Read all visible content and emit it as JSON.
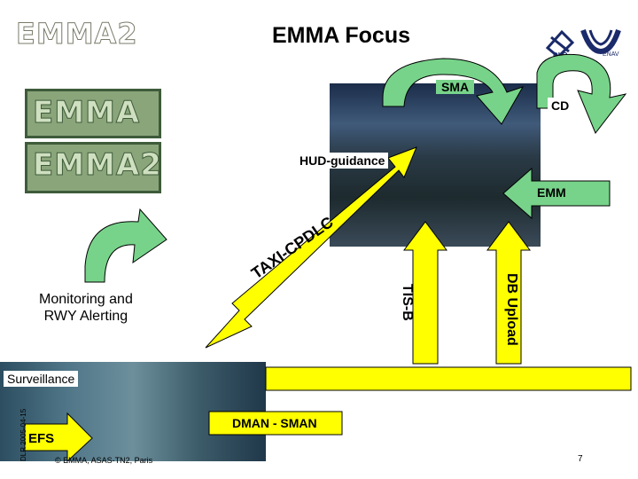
{
  "slide": {
    "title": "EMMA Focus",
    "page_number": "7",
    "footer_left": "© EMMA, ASAS-TN2, Paris",
    "side_label": "DLR 2005-04-15"
  },
  "logos": {
    "emma2_top": "EMMA2",
    "emma": "EMMA",
    "emma2_mid": "EMMA2",
    "dlr": "DLR",
    "cenav": "ENAV"
  },
  "labels": {
    "sma": "SMA",
    "cd": "CD",
    "hud": "HUD-guidance",
    "emm": "EMM",
    "taxi_cpdlc": "TAXI-CPDLC",
    "tis_b": "TIS-B",
    "db_upload": "DB Upload",
    "monitoring_line1": "Monitoring and",
    "monitoring_line2": "RWY Alerting",
    "surveillance": "Surveillance",
    "efs": "EFS",
    "dman_sman": "DMAN - SMAN"
  },
  "colors": {
    "arrow_yellow": "#ffff00",
    "arrow_green": "#77d38a",
    "arrow_outline": "#000000",
    "panel_green": "#8aa57a"
  }
}
